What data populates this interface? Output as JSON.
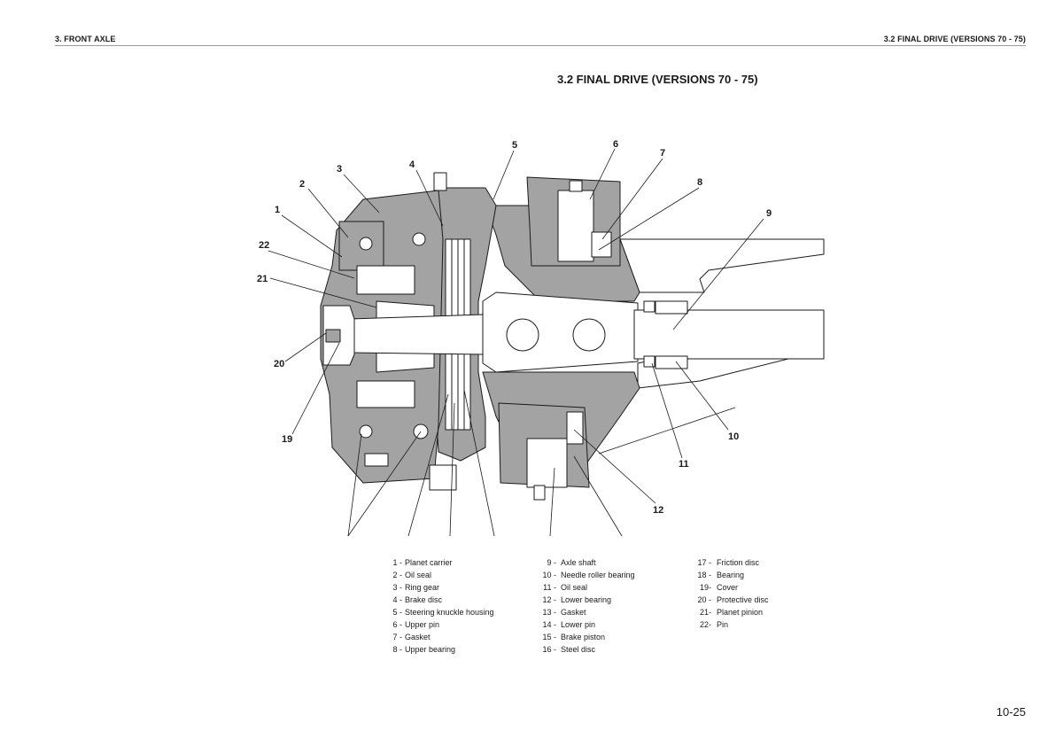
{
  "header": {
    "left": "3. FRONT AXLE",
    "right": "3.2 FINAL DRIVE (VERSIONS 70 - 75)"
  },
  "title": "3.2 FINAL DRIVE (VERSIONS 70 - 75)",
  "callouts": [
    "1",
    "2",
    "3",
    "4",
    "5",
    "6",
    "7",
    "8",
    "9",
    "10",
    "11",
    "12",
    "19",
    "20",
    "21",
    "22"
  ],
  "legend": {
    "col1": [
      {
        "num": "1 -",
        "label": "Planet carrier"
      },
      {
        "num": "2 -",
        "label": "Oil seal"
      },
      {
        "num": "3 -",
        "label": "Ring gear"
      },
      {
        "num": "4 -",
        "label": "Brake disc"
      },
      {
        "num": "5 -",
        "label": "Steering knuckle housing"
      },
      {
        "num": "6 -",
        "label": "Upper pin"
      },
      {
        "num": "7 -",
        "label": "Gasket"
      },
      {
        "num": "8 -",
        "label": "Upper bearing"
      }
    ],
    "col2": [
      {
        "num": "9 -",
        "label": "Axle shaft"
      },
      {
        "num": "10 -",
        "label": "Needle roller bearing"
      },
      {
        "num": "11 -",
        "label": "Oil seal"
      },
      {
        "num": "12 -",
        "label": "Lower bearing"
      },
      {
        "num": "13 -",
        "label": "Gasket"
      },
      {
        "num": "14 -",
        "label": "Lower pin"
      },
      {
        "num": "15 -",
        "label": "Brake piston"
      },
      {
        "num": "16 -",
        "label": "Steel disc"
      }
    ],
    "col3": [
      {
        "num": "17 -",
        "label": "Friction disc"
      },
      {
        "num": "18 -",
        "label": "Bearing"
      },
      {
        "num": "19-",
        "label": "Cover"
      },
      {
        "num": "20 -",
        "label": "Protective disc"
      },
      {
        "num": "21-",
        "label": "Planet pinion"
      },
      {
        "num": "22-",
        "label": "Pin"
      }
    ]
  },
  "page_number": "10-25",
  "colors": {
    "section_fill": "#a3a3a3",
    "line": "#1a1a1a",
    "rule": "#9a9a9a"
  }
}
